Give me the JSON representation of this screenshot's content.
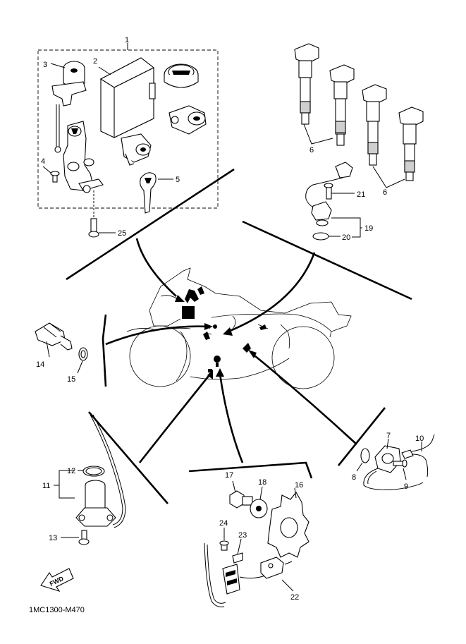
{
  "diagram": {
    "code": "1MC1300-M470",
    "fwd_label": "FWD",
    "callouts": [
      {
        "id": "c1",
        "text": "1"
      },
      {
        "id": "c2",
        "text": "2"
      },
      {
        "id": "c3",
        "text": "3"
      },
      {
        "id": "c4",
        "text": "4"
      },
      {
        "id": "c5",
        "text": "5"
      },
      {
        "id": "c6a",
        "text": "6"
      },
      {
        "id": "c6b",
        "text": "6"
      },
      {
        "id": "c7",
        "text": "7"
      },
      {
        "id": "c8",
        "text": "8"
      },
      {
        "id": "c9",
        "text": "9"
      },
      {
        "id": "c10",
        "text": "10"
      },
      {
        "id": "c11",
        "text": "11"
      },
      {
        "id": "c12",
        "text": "12"
      },
      {
        "id": "c13",
        "text": "13"
      },
      {
        "id": "c14",
        "text": "14"
      },
      {
        "id": "c15",
        "text": "15"
      },
      {
        "id": "c16",
        "text": "16"
      },
      {
        "id": "c17",
        "text": "17"
      },
      {
        "id": "c18",
        "text": "18"
      },
      {
        "id": "c19",
        "text": "19"
      },
      {
        "id": "c20",
        "text": "20"
      },
      {
        "id": "c21",
        "text": "21"
      },
      {
        "id": "c22",
        "text": "22"
      },
      {
        "id": "c23",
        "text": "23"
      },
      {
        "id": "c24",
        "text": "24"
      },
      {
        "id": "c25",
        "text": "25"
      }
    ]
  }
}
